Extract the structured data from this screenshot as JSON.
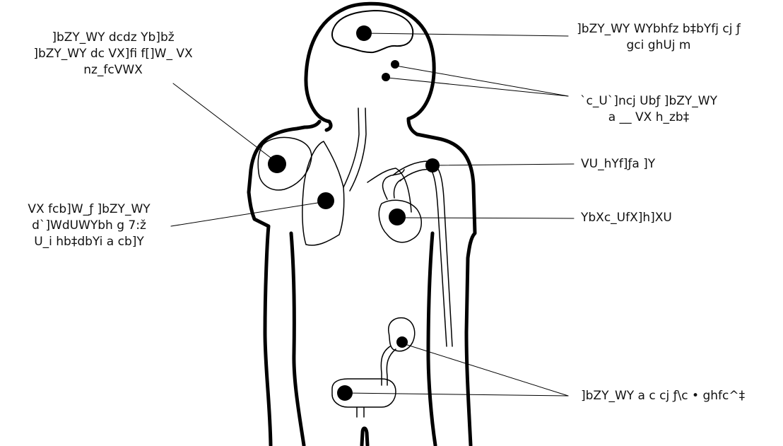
{
  "labels": {
    "upper_left": [
      "]bZY_WY dcdz Yb]bž",
      "]bZY_WY dc VX]fi f[]W_ VX",
      "nz_fcVWX"
    ],
    "lower_left": [
      "VX fcb]W_ƒ ]bZY_WY",
      "d`]WdUWYbh g 7:ž",
      "U_i hb‡dbYi a cb]Y"
    ],
    "brain": [
      "]bZY_WY WYbhfz b‡bYfj cj ƒ",
      "gci ghUj m"
    ],
    "neck": [
      "`c_U`]ncj Ubƒ ]bZY_WY",
      "a __ VX h_zb‡"
    ],
    "shoulder": "VU_hYf]ƒa ]Y",
    "heart": "YbXc_UfX]h]XU",
    "kidney": "]bZY_WY a c cj ƒ\\c • ghfc^‡"
  },
  "colors": {
    "line": "#000000",
    "marker": "#000000",
    "background": "#ffffff"
  }
}
